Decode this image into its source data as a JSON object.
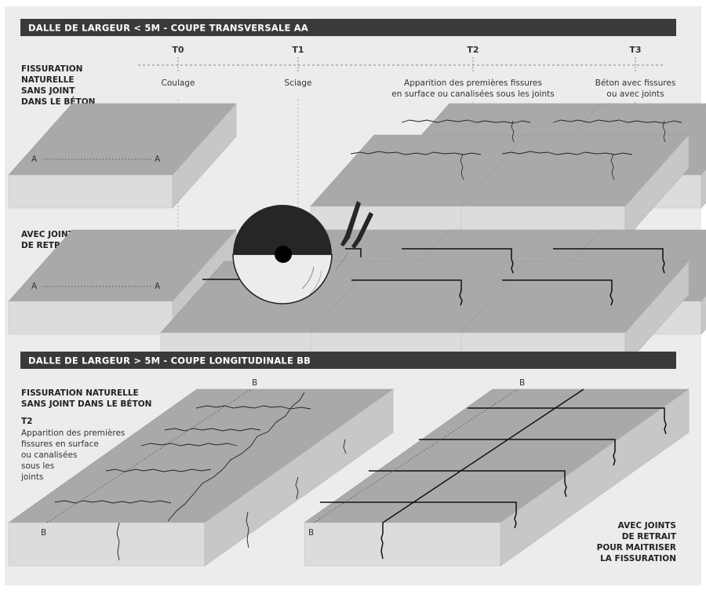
{
  "section1": {
    "title": "DALLE DE LARGEUR < 5M - COUPE TRANSVERSALE AA",
    "row1_label": [
      "FISSURATION",
      "NATURELLE",
      "SANS JOINT",
      "DANS LE BÉTON"
    ],
    "row2_label": [
      "AVEC JOINTS",
      "DE RETRAIT"
    ],
    "timeline": [
      {
        "code": "T0",
        "desc": [
          "Coulage"
        ]
      },
      {
        "code": "T1",
        "desc": [
          "Sciage"
        ]
      },
      {
        "code": "T2",
        "desc": [
          "Apparition des premières fissures",
          "en surface ou canalisées sous les joints"
        ]
      },
      {
        "code": "T3",
        "desc": [
          "Béton avec fissures",
          "ou avec joints"
        ]
      }
    ],
    "section_mark": "A"
  },
  "section2": {
    "title": "DALLE DE LARGEUR > 5M - COUPE LONGITUDINALE BB",
    "left_label": [
      "FISSURATION NATURELLE",
      "SANS JOINT DANS LE BÉTON"
    ],
    "left_time": "T2",
    "left_desc": [
      "Apparition des premières",
      "fissures en surface",
      "ou canalisées",
      "sous les",
      "joints"
    ],
    "right_label": [
      "AVEC JOINTS",
      "DE RETRAIT",
      "POUR MAITRISER",
      "LA FISSURATION"
    ],
    "section_mark": "B"
  },
  "colors": {
    "background": "#ececec",
    "header_bar": "#3a3a3a",
    "slab_top": "#a9a9a9",
    "slab_front": "#dcdcdc",
    "slab_side": "#c7c7c7",
    "joint_line": "#111111"
  }
}
